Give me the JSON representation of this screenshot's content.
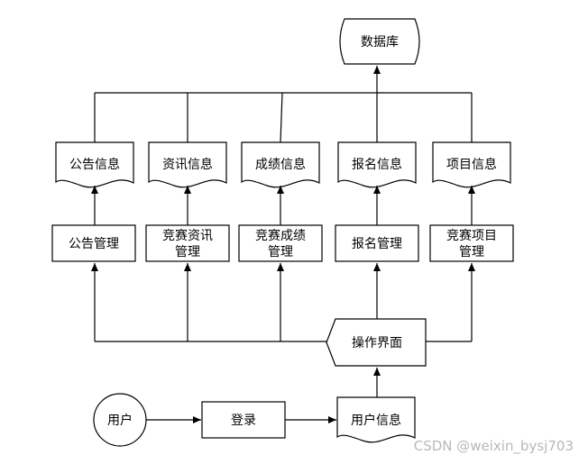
{
  "database": "数据库",
  "documents": {
    "notice": "公告信息",
    "news": "资讯信息",
    "score": "成绩信息",
    "signup": "报名信息",
    "project": "项目信息"
  },
  "managers": {
    "notice": [
      "公告管理"
    ],
    "news": [
      "竞赛资讯",
      "管理"
    ],
    "score": [
      "竞赛成绩",
      "管理"
    ],
    "signup": [
      "报名管理"
    ],
    "project": [
      "竞赛项目",
      "管理"
    ]
  },
  "interface": "操作界面",
  "user": "用户",
  "login": "登录",
  "user_info": "用户信息",
  "watermark": "CSDN @weixin_bysj703"
}
